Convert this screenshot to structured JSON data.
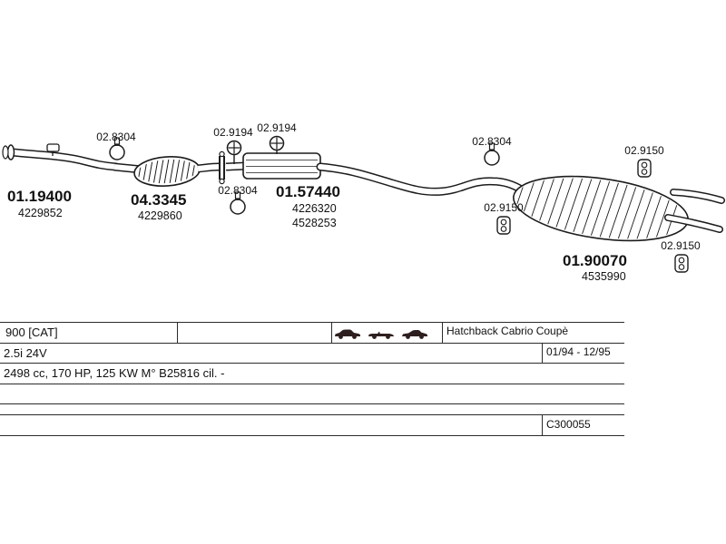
{
  "diagram": {
    "parts": {
      "front_pipe": {
        "code": "01.19400",
        "ref": "4229852"
      },
      "catalyst": {
        "code": "04.3345",
        "ref": "4229860"
      },
      "middle_silencer": {
        "code": "01.57440",
        "ref1": "4226320",
        "ref2": "4528253"
      },
      "rear_silencer": {
        "code": "01.90070",
        "ref": "4535990"
      },
      "clamp": {
        "code": "02.8304"
      },
      "ring_hanger": {
        "code": "02.9194"
      },
      "rubber_hanger": {
        "code": "02.9150"
      }
    }
  },
  "table": {
    "model": "900  [CAT]",
    "body_type": "Hatchback Cabrio Coupè",
    "engine": "2.5i 24V",
    "period": "01/94 - 12/95",
    "engine_detail": "2498 cc, 170 HP, 125 KW M° B25816 cil. -",
    "system_code": "C300055",
    "body_icons": [
      "hatchback",
      "cabrio",
      "coupe"
    ]
  }
}
